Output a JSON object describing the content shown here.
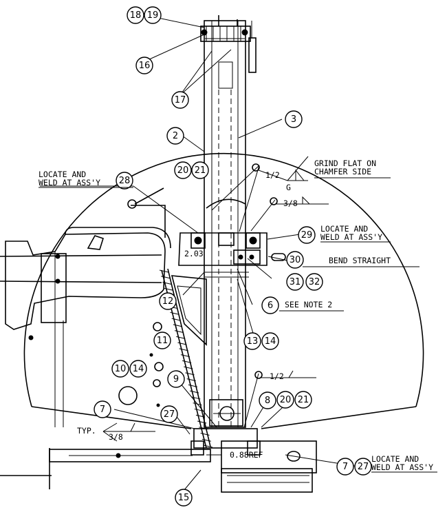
{
  "balloons": [
    "18",
    "19",
    "16",
    "17",
    "2",
    "3",
    "20",
    "21",
    "28",
    "29",
    "30",
    "31",
    "32",
    "12",
    "6",
    "11",
    "13",
    "14",
    "10",
    "14",
    "9",
    "8",
    "20",
    "21",
    "7",
    "27",
    "7",
    "27",
    "15"
  ],
  "notes": {
    "locate_weld_1a": "LOCATE AND",
    "locate_weld_1b": "WELD AT ASS'Y",
    "grind_a": "GRIND FLAT ON",
    "grind_b": "CHAMFER SIDE",
    "weld_half": "1/2",
    "weld_g": "G",
    "weld_38_top": "3/8",
    "locate_weld_2a": "LOCATE AND",
    "locate_weld_2b": "WELD AT ASS'Y",
    "dim_203": "2.03",
    "bend_straight": "BEND STRAIGHT",
    "see_note_2": "SEE NOTE 2",
    "weld_half_low": "1/2",
    "typ": "TYP.",
    "weld_38_low": "3/8",
    "ref_088": "0.88REF",
    "locate_weld_3a": "LOCATE AND",
    "locate_weld_3b": "WELD AT ASS'Y"
  },
  "colors": {
    "ink": "#000000",
    "paper": "#ffffff"
  }
}
